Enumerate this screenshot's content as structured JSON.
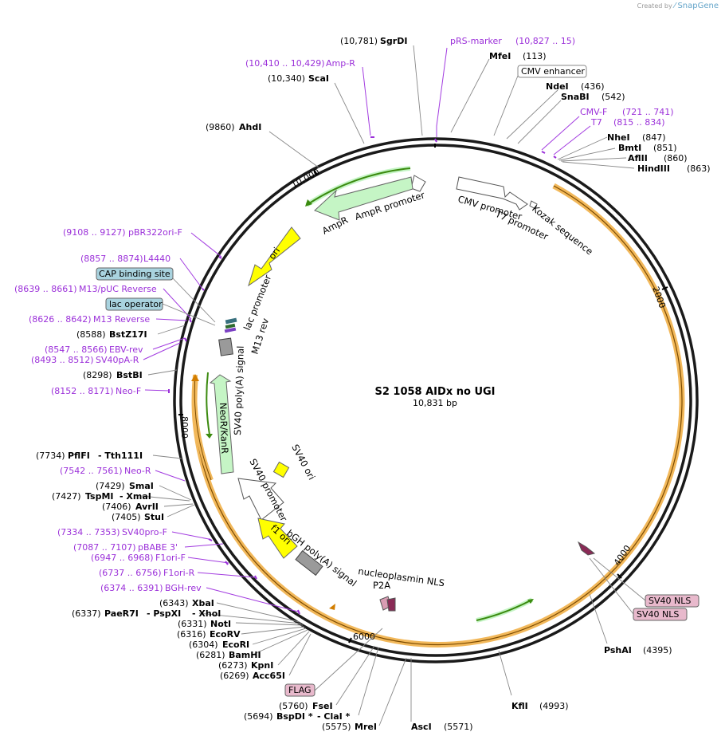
{
  "brand": {
    "created_by": "Created by",
    "logo": "SnapGene"
  },
  "plasmid": {
    "name": "S2 1058 AIDx no UGI",
    "length": "10,831 bp"
  },
  "ticks": [
    "2000",
    "4000",
    "6000",
    "8000",
    "10,000"
  ],
  "enzymes": [
    {
      "id": "sgrdi",
      "name": "SgrDI",
      "pos": "(10,781)"
    },
    {
      "id": "mfei",
      "name": "MfeI",
      "pos": "(113)"
    },
    {
      "id": "ndei",
      "name": "NdeI",
      "pos": "(436)"
    },
    {
      "id": "snabi",
      "name": "SnaBI",
      "pos": "(542)"
    },
    {
      "id": "nhei",
      "name": "NheI",
      "pos": "(847)"
    },
    {
      "id": "bmti",
      "name": "BmtI",
      "pos": "(851)"
    },
    {
      "id": "aflii",
      "name": "AflII",
      "pos": "(860)"
    },
    {
      "id": "hindiii",
      "name": "HindIII",
      "pos": "(863)"
    },
    {
      "id": "scai",
      "name": "ScaI",
      "pos": "(10,340)"
    },
    {
      "id": "ahdi",
      "name": "AhdI",
      "pos": "(9860)"
    },
    {
      "id": "bstz17i",
      "name": "BstZ17I",
      "pos": "(8588)"
    },
    {
      "id": "bstbi",
      "name": "BstBI",
      "pos": "(8298)"
    },
    {
      "id": "pflfi",
      "name": "PflFI",
      "pos": "(7734)",
      "name2": "- Tth111I"
    },
    {
      "id": "smai",
      "name": "SmaI",
      "pos": "(7429)"
    },
    {
      "id": "tspmi",
      "name": "TspMI",
      "pos": "(7427)",
      "name2": "- XmaI"
    },
    {
      "id": "avrii",
      "name": "AvrII",
      "pos": "(7406)"
    },
    {
      "id": "stui",
      "name": "StuI",
      "pos": "(7405)"
    },
    {
      "id": "xbai",
      "name": "XbaI",
      "pos": "(6343)"
    },
    {
      "id": "paer7i",
      "name": "PaeR7I",
      "pos": "(6337)",
      "name2": "- PspXI",
      "name3": "- XhoI"
    },
    {
      "id": "noti",
      "name": "NotI",
      "pos": "(6331)"
    },
    {
      "id": "ecorv",
      "name": "EcoRV",
      "pos": "(6316)"
    },
    {
      "id": "ecori",
      "name": "EcoRI",
      "pos": "(6304)"
    },
    {
      "id": "bamhi",
      "name": "BamHI",
      "pos": "(6281)"
    },
    {
      "id": "kpni",
      "name": "KpnI",
      "pos": "(6273)"
    },
    {
      "id": "acc65i",
      "name": "Acc65I",
      "pos": "(6269)"
    },
    {
      "id": "fsei",
      "name": "FseI",
      "pos": "(5760)"
    },
    {
      "id": "bspdi",
      "name": "BspDI *",
      "pos": "(5694)",
      "name2": "- ClaI *"
    },
    {
      "id": "mrei",
      "name": "MreI",
      "pos": "(5575)"
    },
    {
      "id": "asci",
      "name": "AscI",
      "pos": "(5571)"
    },
    {
      "id": "kfli",
      "name": "KflI",
      "pos": "(4993)"
    },
    {
      "id": "pshai",
      "name": "PshAI",
      "pos": "(4395)"
    }
  ],
  "primers": [
    {
      "id": "prs",
      "name": "pRS-marker",
      "pos": "(10,827 .. 15)"
    },
    {
      "id": "ampr",
      "name": "Amp-R",
      "pos": "(10,410 .. 10,429)"
    },
    {
      "id": "cmvf",
      "name": "CMV-F",
      "pos": "(721 .. 741)"
    },
    {
      "id": "t7",
      "name": "T7",
      "pos": "(815 .. 834)"
    },
    {
      "id": "pbr",
      "name": "pBR322ori-F",
      "pos": "(9108 .. 9127)"
    },
    {
      "id": "l4440",
      "name": "L4440",
      "pos": "(8857 .. 8874)"
    },
    {
      "id": "m13puc",
      "name": "M13/pUC Reverse",
      "pos": "(8639 .. 8661)"
    },
    {
      "id": "m13r",
      "name": "M13 Reverse",
      "pos": "(8626 .. 8642)"
    },
    {
      "id": "ebv",
      "name": "EBV-rev",
      "pos": "(8547 .. 8566)"
    },
    {
      "id": "sv40par",
      "name": "SV40pA-R",
      "pos": "(8493 .. 8512)"
    },
    {
      "id": "neof",
      "name": "Neo-F",
      "pos": "(8152 .. 8171)"
    },
    {
      "id": "neor",
      "name": "Neo-R",
      "pos": "(7542 .. 7561)"
    },
    {
      "id": "sv40pro",
      "name": "SV40pro-F",
      "pos": "(7334 .. 7353)"
    },
    {
      "id": "pbabe",
      "name": "pBABE 3'",
      "pos": "(7087 .. 7107)"
    },
    {
      "id": "f1orif",
      "name": "F1ori-F",
      "pos": "(6947 .. 6968)"
    },
    {
      "id": "f1orir",
      "name": "F1ori-R",
      "pos": "(6737 .. 6756)"
    },
    {
      "id": "bgh",
      "name": "BGH-rev",
      "pos": "(6374 .. 6391)"
    }
  ],
  "boxed_features": {
    "cmv_enhancer": "CMV enhancer",
    "cap": "CAP binding site",
    "lac_operator": "lac operator",
    "sv40_nls_1": "SV40 NLS",
    "sv40_nls_2": "SV40 NLS",
    "flag": "FLAG"
  },
  "features": {
    "cmv_promoter": "CMV promoter",
    "t7_promoter": "T7 promoter",
    "kozak": "Kozak sequence",
    "ampr": "AmpR",
    "ampr_promoter": "AmpR promoter",
    "ori": "ori",
    "lac_promoter": "lac promoter",
    "m13_rev": "M13 rev",
    "sv40_polya": "SV40 poly(A) signal",
    "neor": "NeoR/KanR",
    "sv40_ori": "SV40 ori",
    "sv40_promoter": "SV40 promoter",
    "f1_ori": "f1 ori",
    "bgh_polya": "bGH poly(A) signal",
    "nucleoplasmin": "nucleoplasmin NLS",
    "p2a": "P2A"
  },
  "colors": {
    "backbone": "#1a1a1a",
    "orf": "#f2b85a",
    "promoter": "#ffffff",
    "resistance": "#c5f5c5",
    "ori": "#ffff00",
    "misc": "#a9d3df",
    "nls": "#e8b9cc",
    "primer": "#9b30d9",
    "green_arc": "#3b8a0f"
  }
}
